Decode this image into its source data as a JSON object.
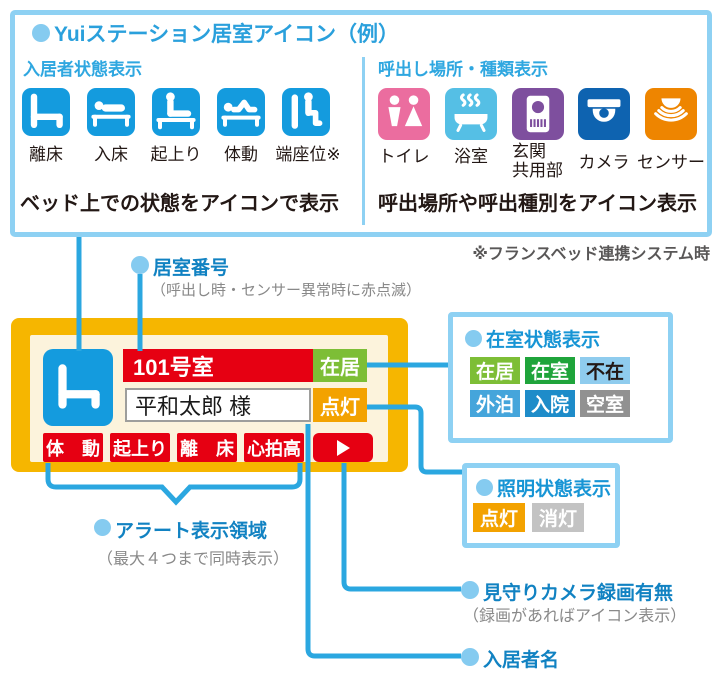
{
  "legend": {
    "title": "Yuiステーション居室アイコン（例）",
    "resident_status": {
      "label": "入居者状態表示",
      "icons": [
        {
          "name": "bed-exit",
          "label": "離床"
        },
        {
          "name": "bed-in",
          "label": "入床"
        },
        {
          "name": "sit-up",
          "label": "起上り"
        },
        {
          "name": "body-movement",
          "label": "体動"
        },
        {
          "name": "edge-sitting",
          "label": "端座位※"
        }
      ],
      "caption": "ベッド上での状態をアイコンで表示"
    },
    "call_type": {
      "label": "呼出し場所・種類表示",
      "icons": [
        {
          "name": "toilet",
          "label": "トイレ",
          "color": "#EB6D9F"
        },
        {
          "name": "bath",
          "label": "浴室",
          "color": "#55BFE5"
        },
        {
          "name": "entrance-intercom",
          "label": "玄関",
          "label2": "共用部",
          "color": "#7E4F9E"
        },
        {
          "name": "camera",
          "label": "カメラ",
          "color": "#0E63B0"
        },
        {
          "name": "sensor",
          "label": "センサー",
          "color": "#EE8500"
        }
      ],
      "caption": "呼出場所や呼出種別をアイコン表示"
    }
  },
  "footnote": "※フランスベッド連携システム時",
  "room_card": {
    "room_number": "101号室",
    "occupancy_badge": {
      "label": "在居",
      "bg": "#7DBE36"
    },
    "resident_name": "平和太郎 様",
    "light_badge": {
      "label": "点灯",
      "bg": "#F3A200"
    },
    "alerts": [
      {
        "label": "体　動"
      },
      {
        "label": "起上り"
      },
      {
        "label": "離　床"
      },
      {
        "label": "心拍高"
      }
    ]
  },
  "callouts": {
    "room_number": {
      "label": "居室番号",
      "note": "（呼出し時・センサー異常時に赤点滅）"
    },
    "alert_area": {
      "label": "アラート表示領域",
      "note": "（最大４つまで同時表示）"
    },
    "camera": {
      "label": "見守りカメラ録画有無",
      "note": "（録画があればアイコン表示）"
    },
    "resident_name": {
      "label": "入居者名"
    }
  },
  "occupancy_panel": {
    "title": "在室状態表示",
    "badges": [
      {
        "label": "在居",
        "bg": "#7DBE36",
        "fg": "#FFFFFF"
      },
      {
        "label": "在室",
        "bg": "#1FA43B",
        "fg": "#FFFFFF"
      },
      {
        "label": "不在",
        "bg": "#8FCCEE",
        "fg": "#231815"
      },
      {
        "label": "外泊",
        "bg": "#45A5DB",
        "fg": "#FFFFFF"
      },
      {
        "label": "入院",
        "bg": "#1E8CC9",
        "fg": "#FFFFFF"
      },
      {
        "label": "空室",
        "bg": "#919191",
        "fg": "#FFFFFF"
      }
    ]
  },
  "lighting_panel": {
    "title": "照明状態表示",
    "badges": [
      {
        "label": "点灯",
        "bg": "#F3A200",
        "fg": "#FFFFFF"
      },
      {
        "label": "消灯",
        "bg": "#C3C3C3",
        "fg": "#FFFFFF"
      }
    ]
  },
  "colors": {
    "panel_border": "#8ED1F3",
    "connector": "#2BA7E0",
    "bullet": "#85CBF0",
    "heading_blue": "#1795D5",
    "icon_blue": "#149BDE",
    "alert_red": "#E60012",
    "card_yellow": "#F6B600",
    "card_cream": "#FCF3DC"
  }
}
